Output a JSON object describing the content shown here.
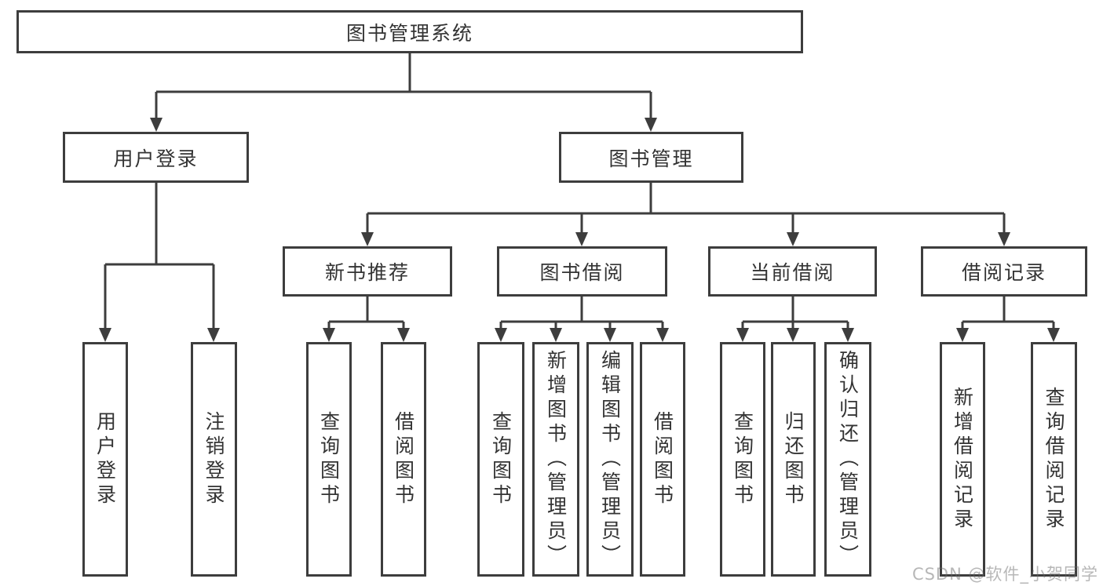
{
  "diagram": {
    "title": "图书管理系统",
    "branches": {
      "user_login": {
        "label": "用户登录",
        "children": [
          "用户登录",
          "注销登录"
        ]
      },
      "book_management": {
        "label": "图书管理",
        "sections": [
          {
            "label": "新书推荐",
            "children": [
              "查询图书",
              "借阅图书"
            ]
          },
          {
            "label": "图书借阅",
            "children": [
              "查询图书",
              "新增图书（管理员）",
              "编辑图书（管理员）",
              "借阅图书"
            ]
          },
          {
            "label": "当前借阅",
            "children": [
              "查询图书",
              "归还图书",
              "确认归还（管理员）"
            ]
          },
          {
            "label": "借阅记录",
            "children": [
              "新增借阅记录",
              "查询借阅记录"
            ]
          }
        ]
      }
    }
  },
  "watermark": "CSDN @软件_小贺同学",
  "colors": {
    "line": "#3d3d3d",
    "text": "#333333",
    "background": "#ffffff",
    "watermark_gray": "#b9b9b9"
  }
}
